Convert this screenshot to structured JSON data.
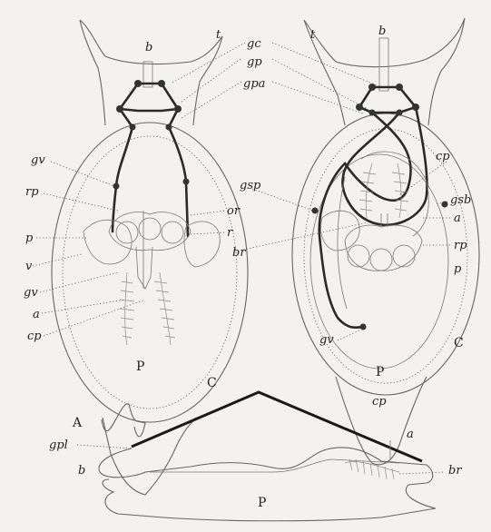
{
  "figure_label_A": "A",
  "figure_label_C": "C",
  "labels": {
    "t_left": "t",
    "b_left": "b",
    "t_right": "t",
    "b_right": "b",
    "gc": "gc",
    "gp": "gp",
    "gpa": "gpa",
    "gv_left_upper": "gv",
    "rp_left": "rp",
    "or": "or",
    "r": "r",
    "p_left": "p",
    "v": "v",
    "gv_left_lower": "gv",
    "a_left": "a",
    "cp_left": "cp",
    "P_left": "P",
    "gsp": "gsp",
    "br_center": "br",
    "cp_right": "cp",
    "gsb": "gsb",
    "a_right": "a",
    "rp_right": "rp",
    "p_right": "p",
    "gv_right": "gv",
    "P_right": "P",
    "C_bottom": "C",
    "cp_bottom": "cp",
    "a_bottom": "a",
    "gpl": "gpl",
    "b_bottom": "b",
    "br_bottom": "br",
    "P_bottom": "P"
  }
}
